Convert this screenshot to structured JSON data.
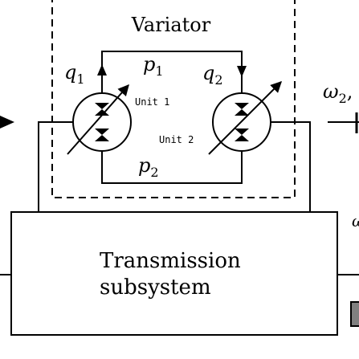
{
  "variator": {
    "title": "Variator",
    "q1": "q",
    "q1_sub": "1",
    "p1": "p",
    "p1_sub": "1",
    "q2": "q",
    "q2_sub": "2",
    "p2": "p",
    "p2_sub": "2",
    "unit1_label": "Unit 1",
    "unit2_label": "Unit 2"
  },
  "transmission": {
    "line1": "Transmission",
    "line2": "subsystem"
  },
  "output": {
    "omega_symbol": "ω",
    "omega_sub": "2",
    "omega_trail": ",",
    "cut_symbol": "ω"
  },
  "colors": {
    "stroke": "#000000",
    "background": "#ffffff",
    "indicator": "#808080"
  }
}
